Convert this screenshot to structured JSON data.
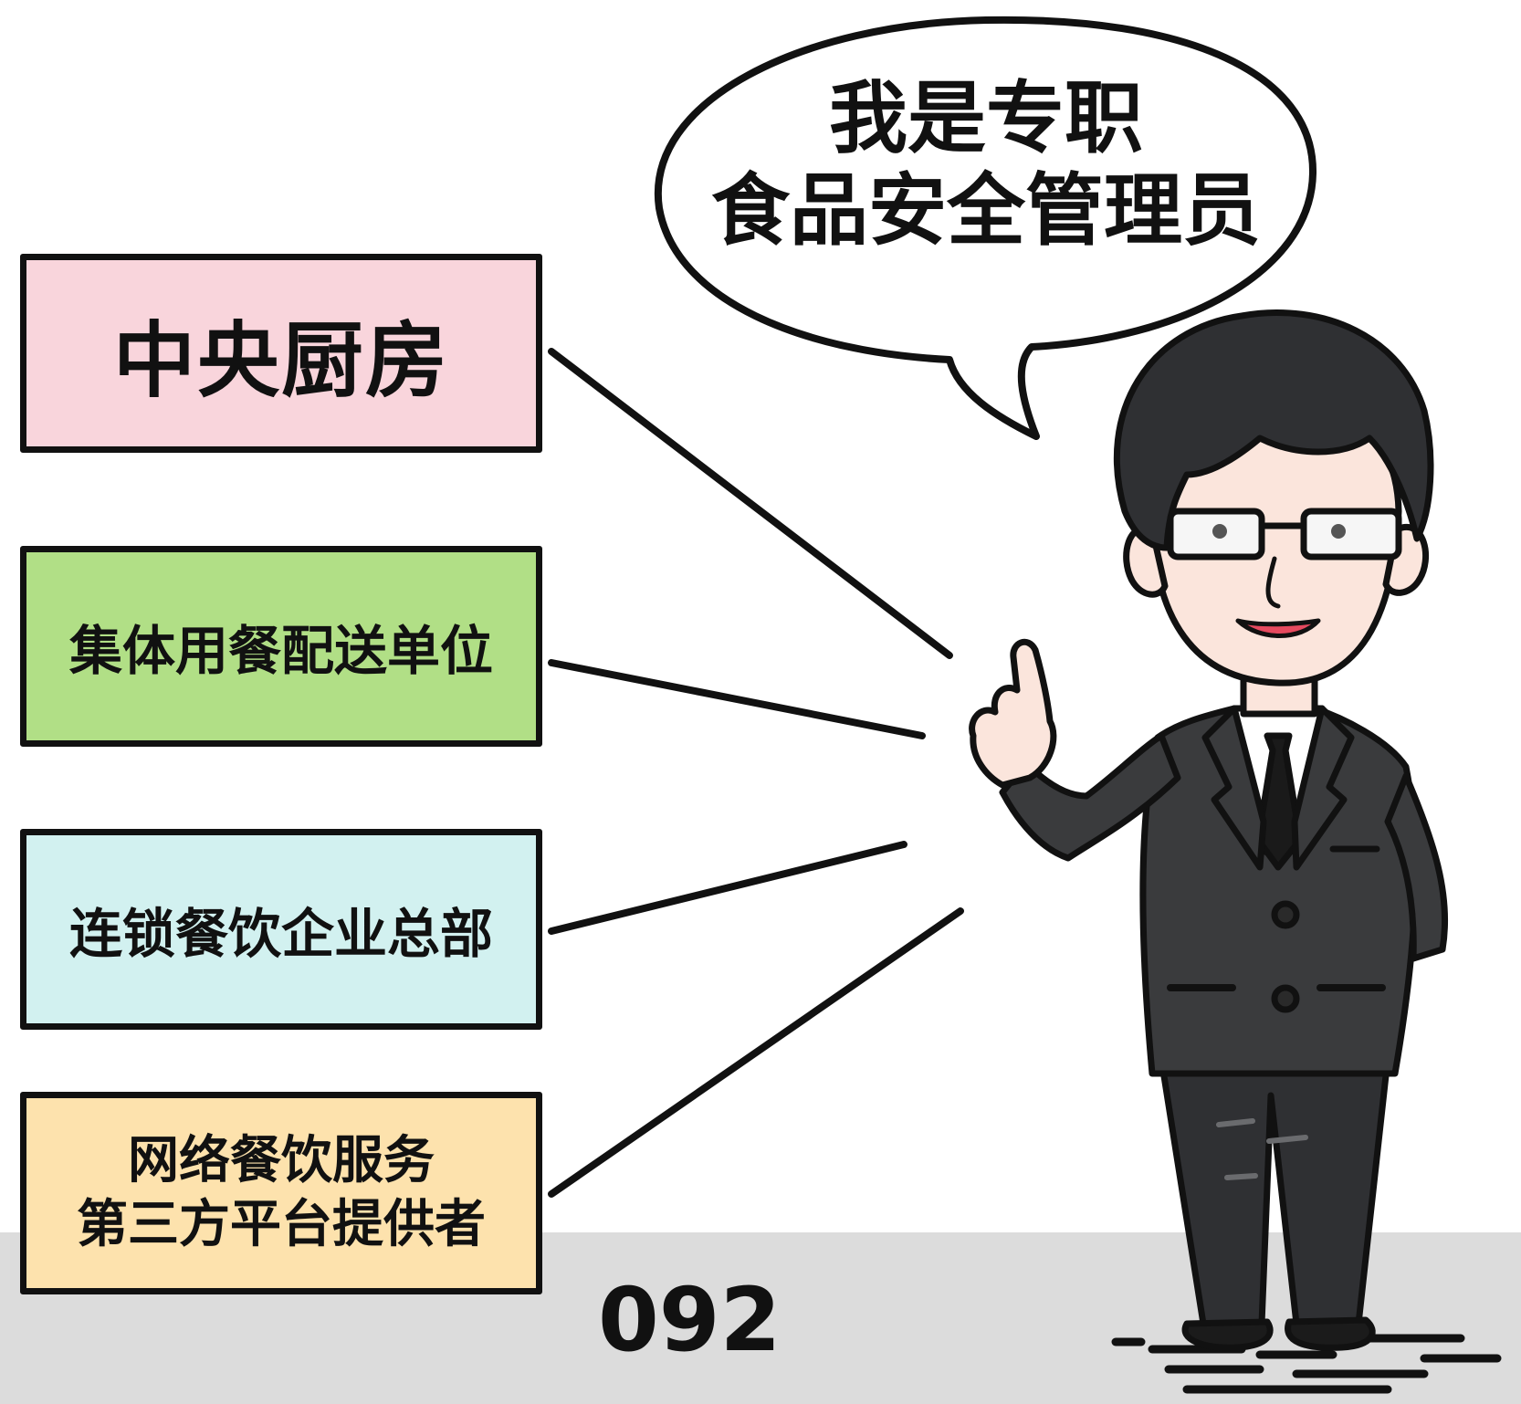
{
  "speech_bubble": {
    "line1": "我是专职",
    "line2": "食品安全管理员"
  },
  "boxes": [
    {
      "label": "中央厨房",
      "color": "#f9d5dc"
    },
    {
      "label": "集体用餐配送单位",
      "color": "#b1df86"
    },
    {
      "label": "连锁餐饮企业总部",
      "color": "#d2f1f0"
    },
    {
      "label_line1": "网络餐饮服务",
      "label_line2": "第三方平台提供者",
      "color": "#fde2ad"
    }
  ],
  "page_number": "092",
  "character": {
    "description_icon": "food-safety-manager-character",
    "suit_color": "#3a3b3d",
    "skin_color": "#fbe5dc"
  }
}
